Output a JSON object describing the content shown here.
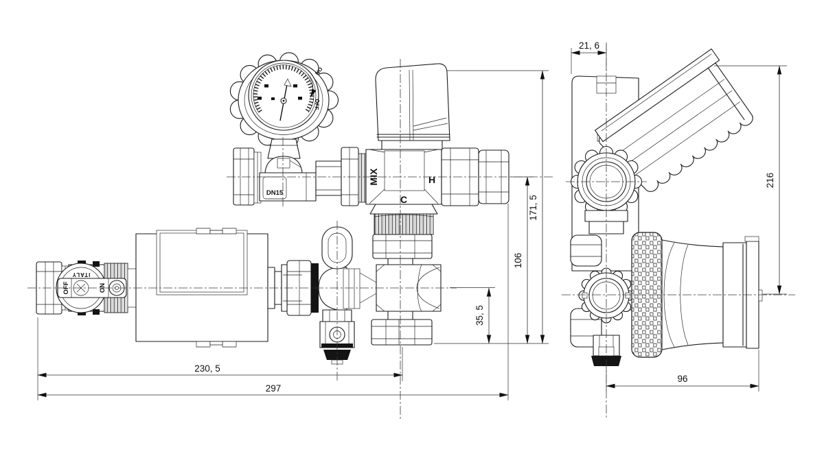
{
  "drawing": {
    "dimensions": {
      "total_width": "297",
      "width_to_mix_axis": "230, 5",
      "total_height": "171, 5",
      "axis_height": "106",
      "drain_axis_height": "35, 5",
      "side_top_offset": "21, 6",
      "side_total_height": "216",
      "side_depth": "96"
    },
    "labels": {
      "mix_port": "MIX",
      "hot_port": "H",
      "cold_port": "C",
      "valve_dn": "DN15",
      "handle_off": "OFF",
      "handle_on": "ON",
      "handle_origin": "ITALY",
      "gauge_on": "ON",
      "gauge_off": "OFF"
    }
  }
}
